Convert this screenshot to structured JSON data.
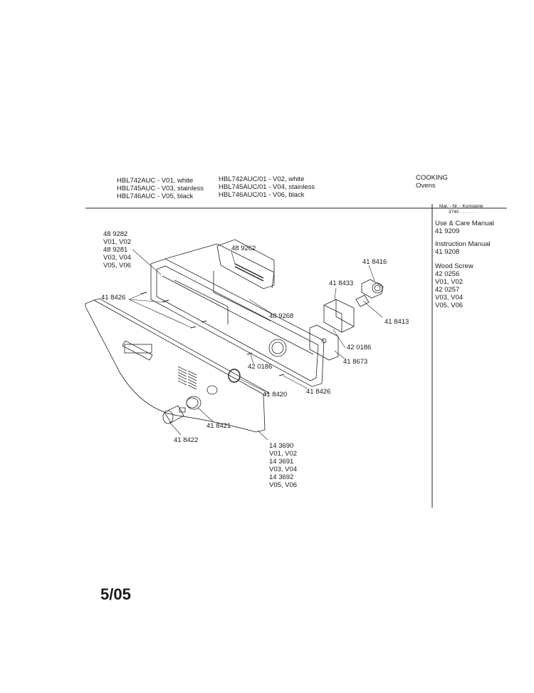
{
  "header": {
    "models_left": [
      "HBL742AUC - V01, white",
      "HBL745AUC - V03, stainless",
      "HBL746AUC - V05, black"
    ],
    "models_right": [
      "HBL742AUC/01 - V02, white",
      "HBL745AUC/01 - V04, stainless",
      "HBL746AUC/01 - V06, black"
    ],
    "category": [
      "COOKING",
      "Ovens"
    ]
  },
  "sidebar": {
    "col_header": "Mat. - Nr. - Konstante",
    "code": "3740 . . . . . .",
    "items": [
      {
        "title": "Use & Care Manual",
        "lines": [
          "41 9209"
        ]
      },
      {
        "title": "Instruction Manual",
        "lines": [
          "41 9208"
        ]
      },
      {
        "title": "Wood Screw",
        "lines": [
          "42 0256",
          "V01, V02",
          "42 0257",
          "V03, V04",
          "V05, V06"
        ]
      }
    ]
  },
  "labels": {
    "frame": [
      "48 9282",
      "V01, V02",
      "48 9281",
      "V03, V04",
      "V05, V06"
    ],
    "p489262": "48 9262",
    "p418416": "41 8416",
    "p418433": "41 8433",
    "p418413": "41 8413",
    "p418426a": "41 8426",
    "p489268": "48 9268",
    "p420186a": "42 0186",
    "p418673": "41 8673",
    "p420186b": "42 0186",
    "p418420": "41 8420",
    "p418426b": "41 8426",
    "p418421": "41 8421",
    "p418422": "41 8422",
    "panel": [
      "14 3690",
      "V01, V02",
      "14 3691",
      "V03, V04",
      "14 3692",
      "V05, V06"
    ]
  },
  "page_number": "5/05"
}
